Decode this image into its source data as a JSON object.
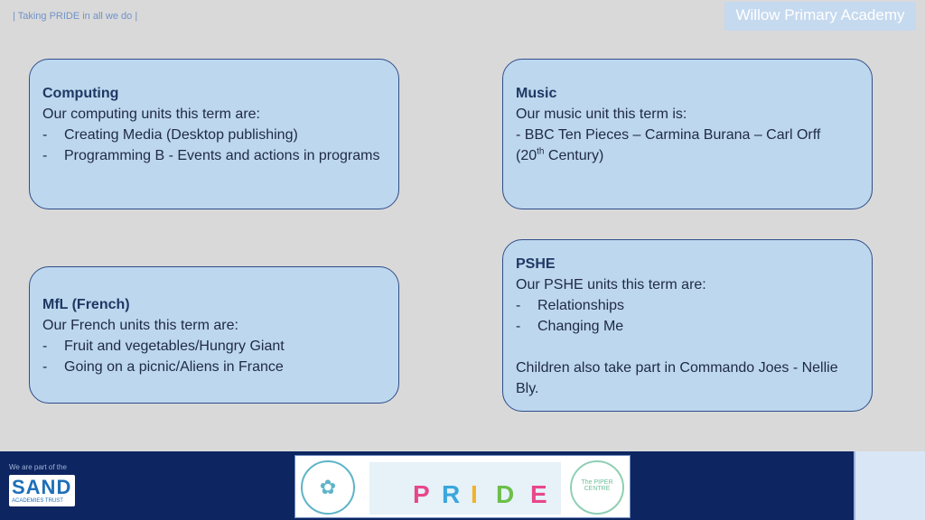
{
  "header": {
    "tagline": "| Taking PRIDE in all we do |",
    "school": "Willow Primary Academy"
  },
  "computing": {
    "heading": "Computing",
    "intro": "Our computing units this term are:",
    "items": [
      "Creating Media (Desktop publishing)",
      "Programming B - Events and actions in programs"
    ]
  },
  "music": {
    "heading": "Music",
    "intro": "Our music unit this term is:",
    "line1": "- BBC Ten Pieces – Carmina Burana – Carl Orff",
    "line2_prefix": "(20",
    "line2_sup": "th",
    "line2_suffix": " Century)"
  },
  "mfl": {
    "heading": "MfL (French)",
    "intro": "Our French units this term are:",
    "items": [
      "Fruit and vegetables/Hungry Giant",
      "Going on a picnic/Aliens in France"
    ]
  },
  "pshe": {
    "heading": "PSHE",
    "intro": "Our PSHE units this term are:",
    "items": [
      "Relationships",
      "Changing Me"
    ],
    "note": "Children also take part in Commando Joes - Nellie Bly."
  },
  "footer": {
    "part_of": "We are part of the",
    "sand_word": "SAND",
    "sand_sub": "ACADEMIES TRUST",
    "pride_letters": [
      "P",
      "R",
      "I",
      "D",
      "E"
    ],
    "piper_text": "The PIPER CENTRE",
    "colors": {
      "bar": "#0d2561",
      "box": "#bdd7ee",
      "border": "#2f4d8a"
    }
  }
}
